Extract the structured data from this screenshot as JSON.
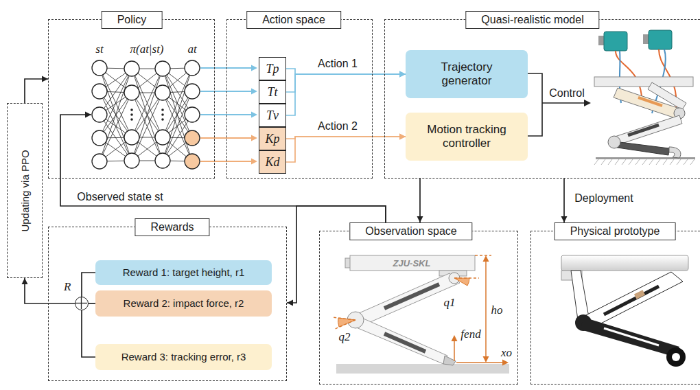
{
  "diagram": {
    "nodes": [
      {
        "text": [
          "Policy"
        ]
      },
      {
        "text": [
          "Action space"
        ]
      },
      {
        "text": [
          "Tp"
        ],
        "in": 1
      },
      {
        "text": [
          "Tt"
        ],
        "in": 1
      },
      {
        "text": [
          "Tv"
        ],
        "in": 1
      },
      {
        "text": [
          "Kp"
        ],
        "in": 1
      },
      {
        "text": [
          "Kd"
        ],
        "in": 1
      },
      {
        "text": [
          "Quasi-realistic model"
        ]
      },
      {
        "text": [
          "Trajectory generator"
        ],
        "in": 7
      },
      {
        "text": [
          "Motion tracking controller"
        ],
        "in": 7
      },
      {
        "text": [
          "Updating via PPO"
        ]
      },
      {
        "text": [
          "Rewards"
        ]
      },
      {
        "text": [
          "R"
        ],
        "in": 11
      },
      {
        "text": [
          "Reward 1: target height, r1"
        ],
        "in": 11
      },
      {
        "text": [
          "Reward 2: impact force, r2"
        ],
        "in": 11
      },
      {
        "text": [
          "Reward 3: tracking error, r3"
        ],
        "in": 11
      },
      {
        "text": [
          "Observation space"
        ]
      },
      {
        "text": [
          "Physical prototype"
        ]
      }
    ],
    "edges": [
      {
        "from": 2,
        "to": 8,
        "arrow": "to"
      },
      {
        "from": 3,
        "to": 8,
        "label": "Action 1",
        "arrow": "to"
      },
      {
        "from": 4,
        "to": 8,
        "arrow": "to"
      },
      {
        "from": 5,
        "to": 9,
        "arrow": "to"
      },
      {
        "from": 6,
        "to": 9,
        "label": "Action 2",
        "arrow": "to"
      },
      {
        "from": 7,
        "to": 16,
        "arrow": "to"
      },
      {
        "from": 7,
        "to": 17,
        "label": "Deployment",
        "arrow": "to"
      },
      {
        "from": 16,
        "to": 0,
        "label": "Observed state st",
        "arrow": "to"
      },
      {
        "from": 16,
        "to": 11,
        "arrow": "to"
      },
      {
        "from": 13,
        "to": 12,
        "arrow": "none"
      },
      {
        "from": 14,
        "to": 12,
        "arrow": "none"
      },
      {
        "from": 15,
        "to": 12,
        "arrow": "none"
      },
      {
        "from": 12,
        "to": 10,
        "arrow": "to"
      },
      {
        "from": 10,
        "to": 0,
        "arrow": "to"
      }
    ],
    "labels": [
      "st",
      "π(at|st)",
      "at",
      "Control",
      "ZJU-SKL",
      "q1",
      "q2",
      "fend",
      "ho",
      "xo"
    ]
  }
}
